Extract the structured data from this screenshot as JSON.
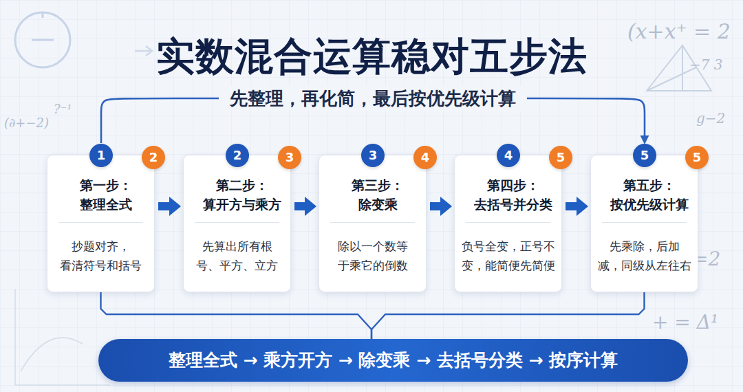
{
  "diagram": {
    "title": "实数混合运算稳对五步法",
    "nodes": [
      {
        "text": [
          "第一步： 整理全式",
          "抄题对齐， 看清符号和括号"
        ]
      },
      {
        "text": [
          "1"
        ],
        "in": 0
      },
      {
        "text": [
          "2"
        ],
        "in": 0
      },
      {
        "text": [
          "第二步： 算开方与乘方",
          "先算出所有根 号、平方、立方"
        ]
      },
      {
        "text": [
          "2"
        ],
        "in": 3
      },
      {
        "text": [
          "3"
        ],
        "in": 3
      },
      {
        "text": [
          "第三步： 除变乘",
          "除以一个数等 于乘它的倒数"
        ]
      },
      {
        "text": [
          "3"
        ],
        "in": 6
      },
      {
        "text": [
          "4"
        ],
        "in": 6
      },
      {
        "text": [
          "第四步： 去括号并分类",
          "负号全变，正号不 变，能简便先简便"
        ]
      },
      {
        "text": [
          "4"
        ],
        "in": 9
      },
      {
        "text": [
          "5"
        ],
        "in": 9
      },
      {
        "text": [
          "第五步： 按优先级计算",
          "先乘除，后加 减，同级从左往右"
        ]
      },
      {
        "text": [
          "5"
        ],
        "in": 12
      },
      {
        "text": [
          "5"
        ],
        "in": 12
      },
      {
        "text": [
          "整理全式 → 乘方开方 → 除变乘 → 去括号分类 → 按序计算"
        ]
      }
    ],
    "edges": [
      {
        "from": 1,
        "to": 13,
        "label": "先整理，再化简，最后按优先级计算",
        "arrow": "to"
      },
      {
        "from": 0,
        "to": 3,
        "arrow": "to"
      },
      {
        "from": 3,
        "to": 6,
        "arrow": "to"
      },
      {
        "from": 6,
        "to": 9,
        "arrow": "to"
      },
      {
        "from": 9,
        "to": 12,
        "arrow": "to"
      },
      {
        "from": 0,
        "to": 15,
        "arrow": "none"
      },
      {
        "from": 12,
        "to": 15,
        "arrow": "none"
      }
    ],
    "labels": [
      "(x+x⁺ = 2",
      "−7 3",
      "g−2",
      "(∂+−2)",
      "?⁻¹",
      "=2",
      "+ = Δ¹"
    ]
  }
}
